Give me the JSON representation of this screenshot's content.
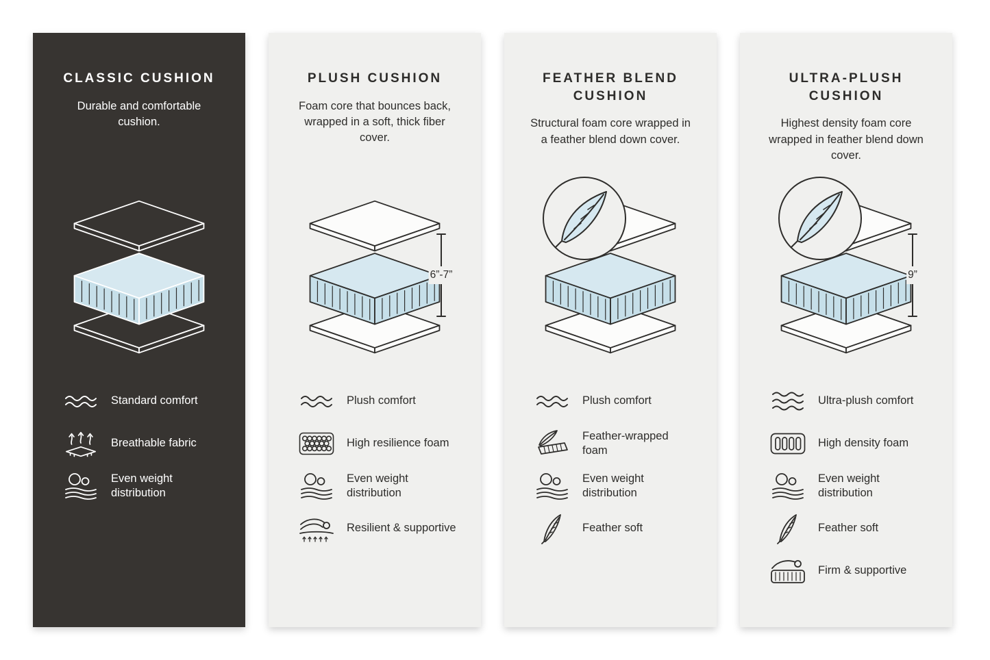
{
  "colors": {
    "page_background": "#ffffff",
    "dark_panel": "#373431",
    "light_panel": "#f0f0ee",
    "foam_blue_top": "#d6e8f0",
    "foam_blue_side": "#c6dfe9",
    "ink": "#2e2d2b",
    "text_on_dark": "#ffffff"
  },
  "columns": [
    {
      "id": "classic",
      "theme": "dark",
      "title": "CLASSIC CUSHION",
      "description": "Durable and comfortable cushion.",
      "features": [
        {
          "icon": "waves-icon",
          "label": "Standard comfort"
        },
        {
          "icon": "breathable-fabric-icon",
          "label": "Breathable fabric"
        },
        {
          "icon": "even-weight-icon",
          "label": "Even weight distribution"
        }
      ]
    },
    {
      "id": "plush",
      "theme": "light",
      "title": "PLUSH CUSHION",
      "description": "Foam core that bounces back, wrapped in a soft, thick fiber cover.",
      "dimension": "6”-7”",
      "features": [
        {
          "icon": "waves-icon",
          "label": "Plush comfort"
        },
        {
          "icon": "resilience-foam-icon",
          "label": "High resilience foam"
        },
        {
          "icon": "even-weight-icon",
          "label": "Even weight distribution"
        },
        {
          "icon": "resilient-supportive-icon",
          "label": "Resilient & supportive"
        }
      ]
    },
    {
      "id": "feather-blend",
      "theme": "light",
      "title": "FEATHER BLEND CUSHION",
      "description": "Structural foam core wrapped in a feather blend down cover.",
      "badge": "feather-badge",
      "features": [
        {
          "icon": "waves-icon",
          "label": "Plush comfort"
        },
        {
          "icon": "feather-wrapped-foam-icon",
          "label": "Feather-wrapped foam"
        },
        {
          "icon": "even-weight-icon",
          "label": "Even weight distribution"
        },
        {
          "icon": "feather-icon",
          "label": "Feather soft"
        }
      ]
    },
    {
      "id": "ultra-plush",
      "theme": "light",
      "title": "ULTRA-PLUSH CUSHION",
      "description": "Highest density foam core wrapped in feather blend down cover.",
      "badge": "feather-badge",
      "dimension": "9”",
      "features": [
        {
          "icon": "triple-waves-icon",
          "label": "Ultra-plush comfort"
        },
        {
          "icon": "density-foam-icon",
          "label": "High density foam"
        },
        {
          "icon": "even-weight-icon",
          "label": "Even weight distribution"
        },
        {
          "icon": "feather-icon",
          "label": "Feather soft"
        },
        {
          "icon": "firm-supportive-icon",
          "label": "Firm & supportive"
        }
      ]
    }
  ]
}
